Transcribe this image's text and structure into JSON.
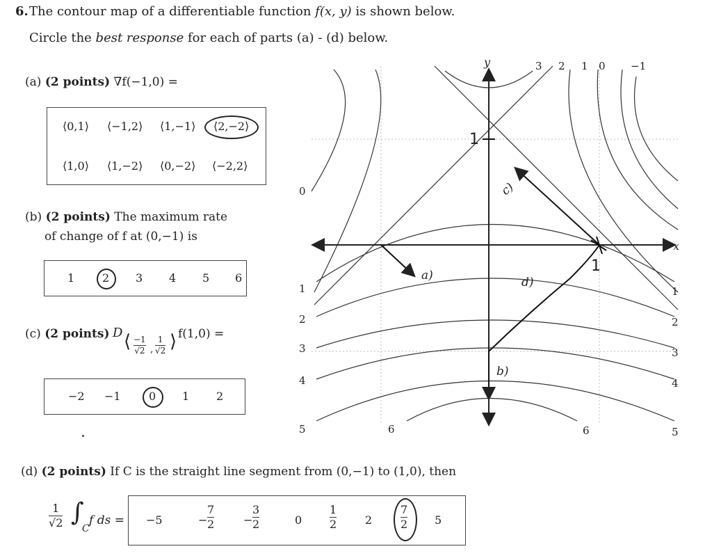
{
  "problem": {
    "number": "6.",
    "intro_prefix": "The contour map of a differentiable function ",
    "intro_func": "f(x, y)",
    "intro_suffix": " is shown below.",
    "instruction_prefix": "Circle the ",
    "instruction_emph": "best response",
    "instruction_suffix": " for each of parts (a) - (d) below."
  },
  "part_a": {
    "label": "(a)",
    "points": "(2 points)",
    "question": "∇f(−1,0) =",
    "options_row1": [
      "⟨0,1⟩",
      "⟨−1,2⟩",
      "⟨1,−1⟩",
      "⟨2,−2⟩"
    ],
    "options_row2": [
      "⟨1,0⟩",
      "⟨1,−2⟩",
      "⟨0,−2⟩",
      "⟨−2,2⟩"
    ],
    "selected": "⟨2,−2⟩"
  },
  "part_b": {
    "label": "(b)",
    "points": "(2 points)",
    "question_line1": "The maximum rate",
    "question_line2": "of change of f at (0,−1) is",
    "options": [
      "1",
      "2",
      "3",
      "4",
      "5",
      "6"
    ],
    "selected": "2"
  },
  "part_c": {
    "label": "(c)",
    "points": "(2 points)",
    "d_symbol": "D",
    "vec_num1": "−1",
    "vec_den1": "√2",
    "vec_num2": "1",
    "vec_den2": "√2",
    "question_tail": "f(1,0) =",
    "options": [
      "−2",
      "−1",
      "0",
      "1",
      "2"
    ],
    "selected": "0"
  },
  "part_d": {
    "label": "(d)",
    "points": "(2 points)",
    "question": "If C is the straight line segment from (0,−1) to (1,0), then",
    "lhs_num": "1",
    "lhs_den": "√2",
    "integral": "∫",
    "integral_sub": "C",
    "integrand": "f ds =",
    "options": [
      {
        "text": "−5"
      },
      {
        "sign": "−",
        "num": "7",
        "den": "2"
      },
      {
        "sign": "−",
        "num": "3",
        "den": "2"
      },
      {
        "text": "0"
      },
      {
        "num": "1",
        "den": "2"
      },
      {
        "text": "2"
      },
      {
        "num": "7",
        "den": "2"
      },
      {
        "text": "5"
      }
    ],
    "selected": "7/2"
  },
  "contour_map": {
    "axis_x_label": "x",
    "axis_y_label": "y",
    "tick_1_y": "1",
    "tick_1_x": "1",
    "level_labels_top": [
      "3",
      "2",
      "1",
      "0",
      "−1"
    ],
    "level_labels_left": [
      "0",
      "1",
      "2",
      "3",
      "4",
      "5"
    ],
    "level_labels_right": [
      "1",
      "2",
      "3",
      "4",
      "5"
    ],
    "level_labels_bottom": [
      "6",
      "6"
    ],
    "annotations": [
      "a)",
      "b)",
      "c)",
      "d)"
    ]
  },
  "colors": {
    "ink": "#222222",
    "border": "#444444"
  }
}
